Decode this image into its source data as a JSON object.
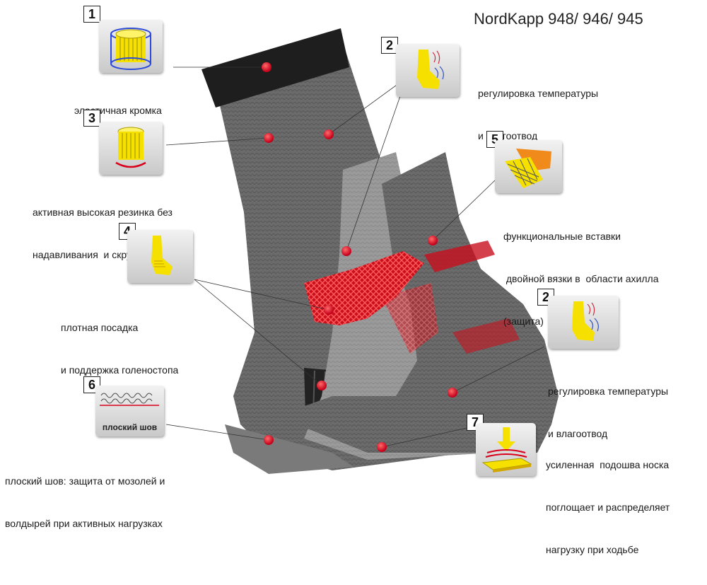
{
  "title": "NordKapp 948/ 946/ 945",
  "features": [
    {
      "num": "1",
      "lines": [
        "эластичная кромка"
      ]
    },
    {
      "num": "2",
      "lines": [
        "регулировка температуры",
        "и влагоотвод"
      ]
    },
    {
      "num": "3",
      "lines": [
        "активная высокая резинка без",
        "надавливания  и скручивания"
      ]
    },
    {
      "num": "4",
      "lines": [
        "плотная посадка",
        "и поддержка голеностопа"
      ]
    },
    {
      "num": "5",
      "lines": [
        "функциональные вставки",
        " двойной вязки в  области ахилла",
        "(защита)"
      ]
    },
    {
      "num": "2",
      "lines": [
        "регулировка температуры",
        "и влагоотвод"
      ]
    },
    {
      "num": "6",
      "lines": [
        "плоский шов: защита от мозолей и",
        "волдырей при активных нагрузках"
      ],
      "tile_caption": "плоский шов"
    },
    {
      "num": "7",
      "lines": [
        "усиленная  подошва носка",
        "поглощает и распределяет",
        "нагрузку при ходьбе"
      ]
    }
  ],
  "colors": {
    "marker": "#d8001a",
    "accent": "#ffe400",
    "sock_dark": "#2b2b2b",
    "insert": "#e0172a"
  }
}
